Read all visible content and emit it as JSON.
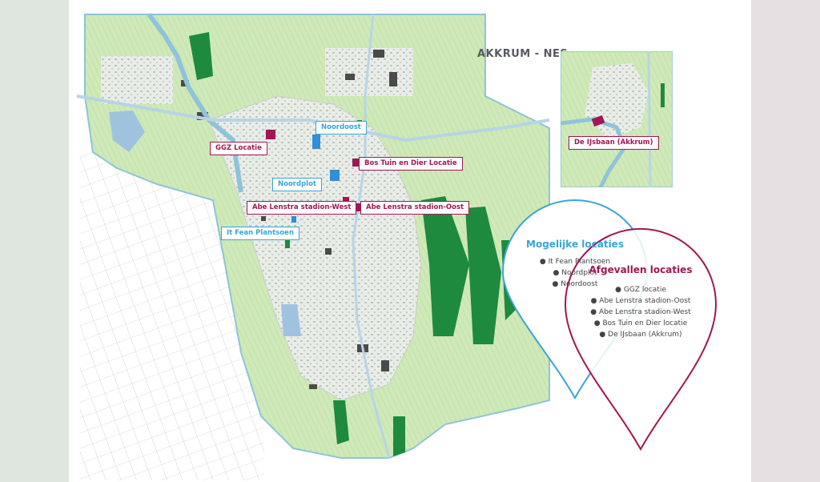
{
  "inset_title": "AKKRUM - NES",
  "possible": {
    "heading": "Mogelijke locaties",
    "items": [
      "It Fean Plantsoen",
      "Noordplot",
      "Noordoost"
    ],
    "color": "#3aa5d6"
  },
  "rejected": {
    "heading": "Afgevallen locaties",
    "items": [
      "GGZ locatie",
      "Abe Lenstra stadion-Oost",
      "Abe Lenstra stadion-West",
      "Bos Tuin en Dier locatie",
      "De IJsbaan (Akkrum)"
    ],
    "color": "#a21654"
  },
  "map_labels": {
    "noordoost": "Noordoost",
    "ggz": "GGZ Locatie",
    "bos_tuin": "Bos Tuin en Dier Locatie",
    "noordplot": "Noordplot",
    "abe_west": "Abe Lenstra stadion-West",
    "abe_oost": "Abe Lenstra stadion-Oost",
    "it_fean": "It Fean Plantsoen",
    "ijsbaan": "De IJsbaan (Akkrum)"
  },
  "colors": {
    "land": "#cfe9b8",
    "park": "#1e8a3e",
    "built": "#e9ede8",
    "water": "#9fc3df"
  }
}
